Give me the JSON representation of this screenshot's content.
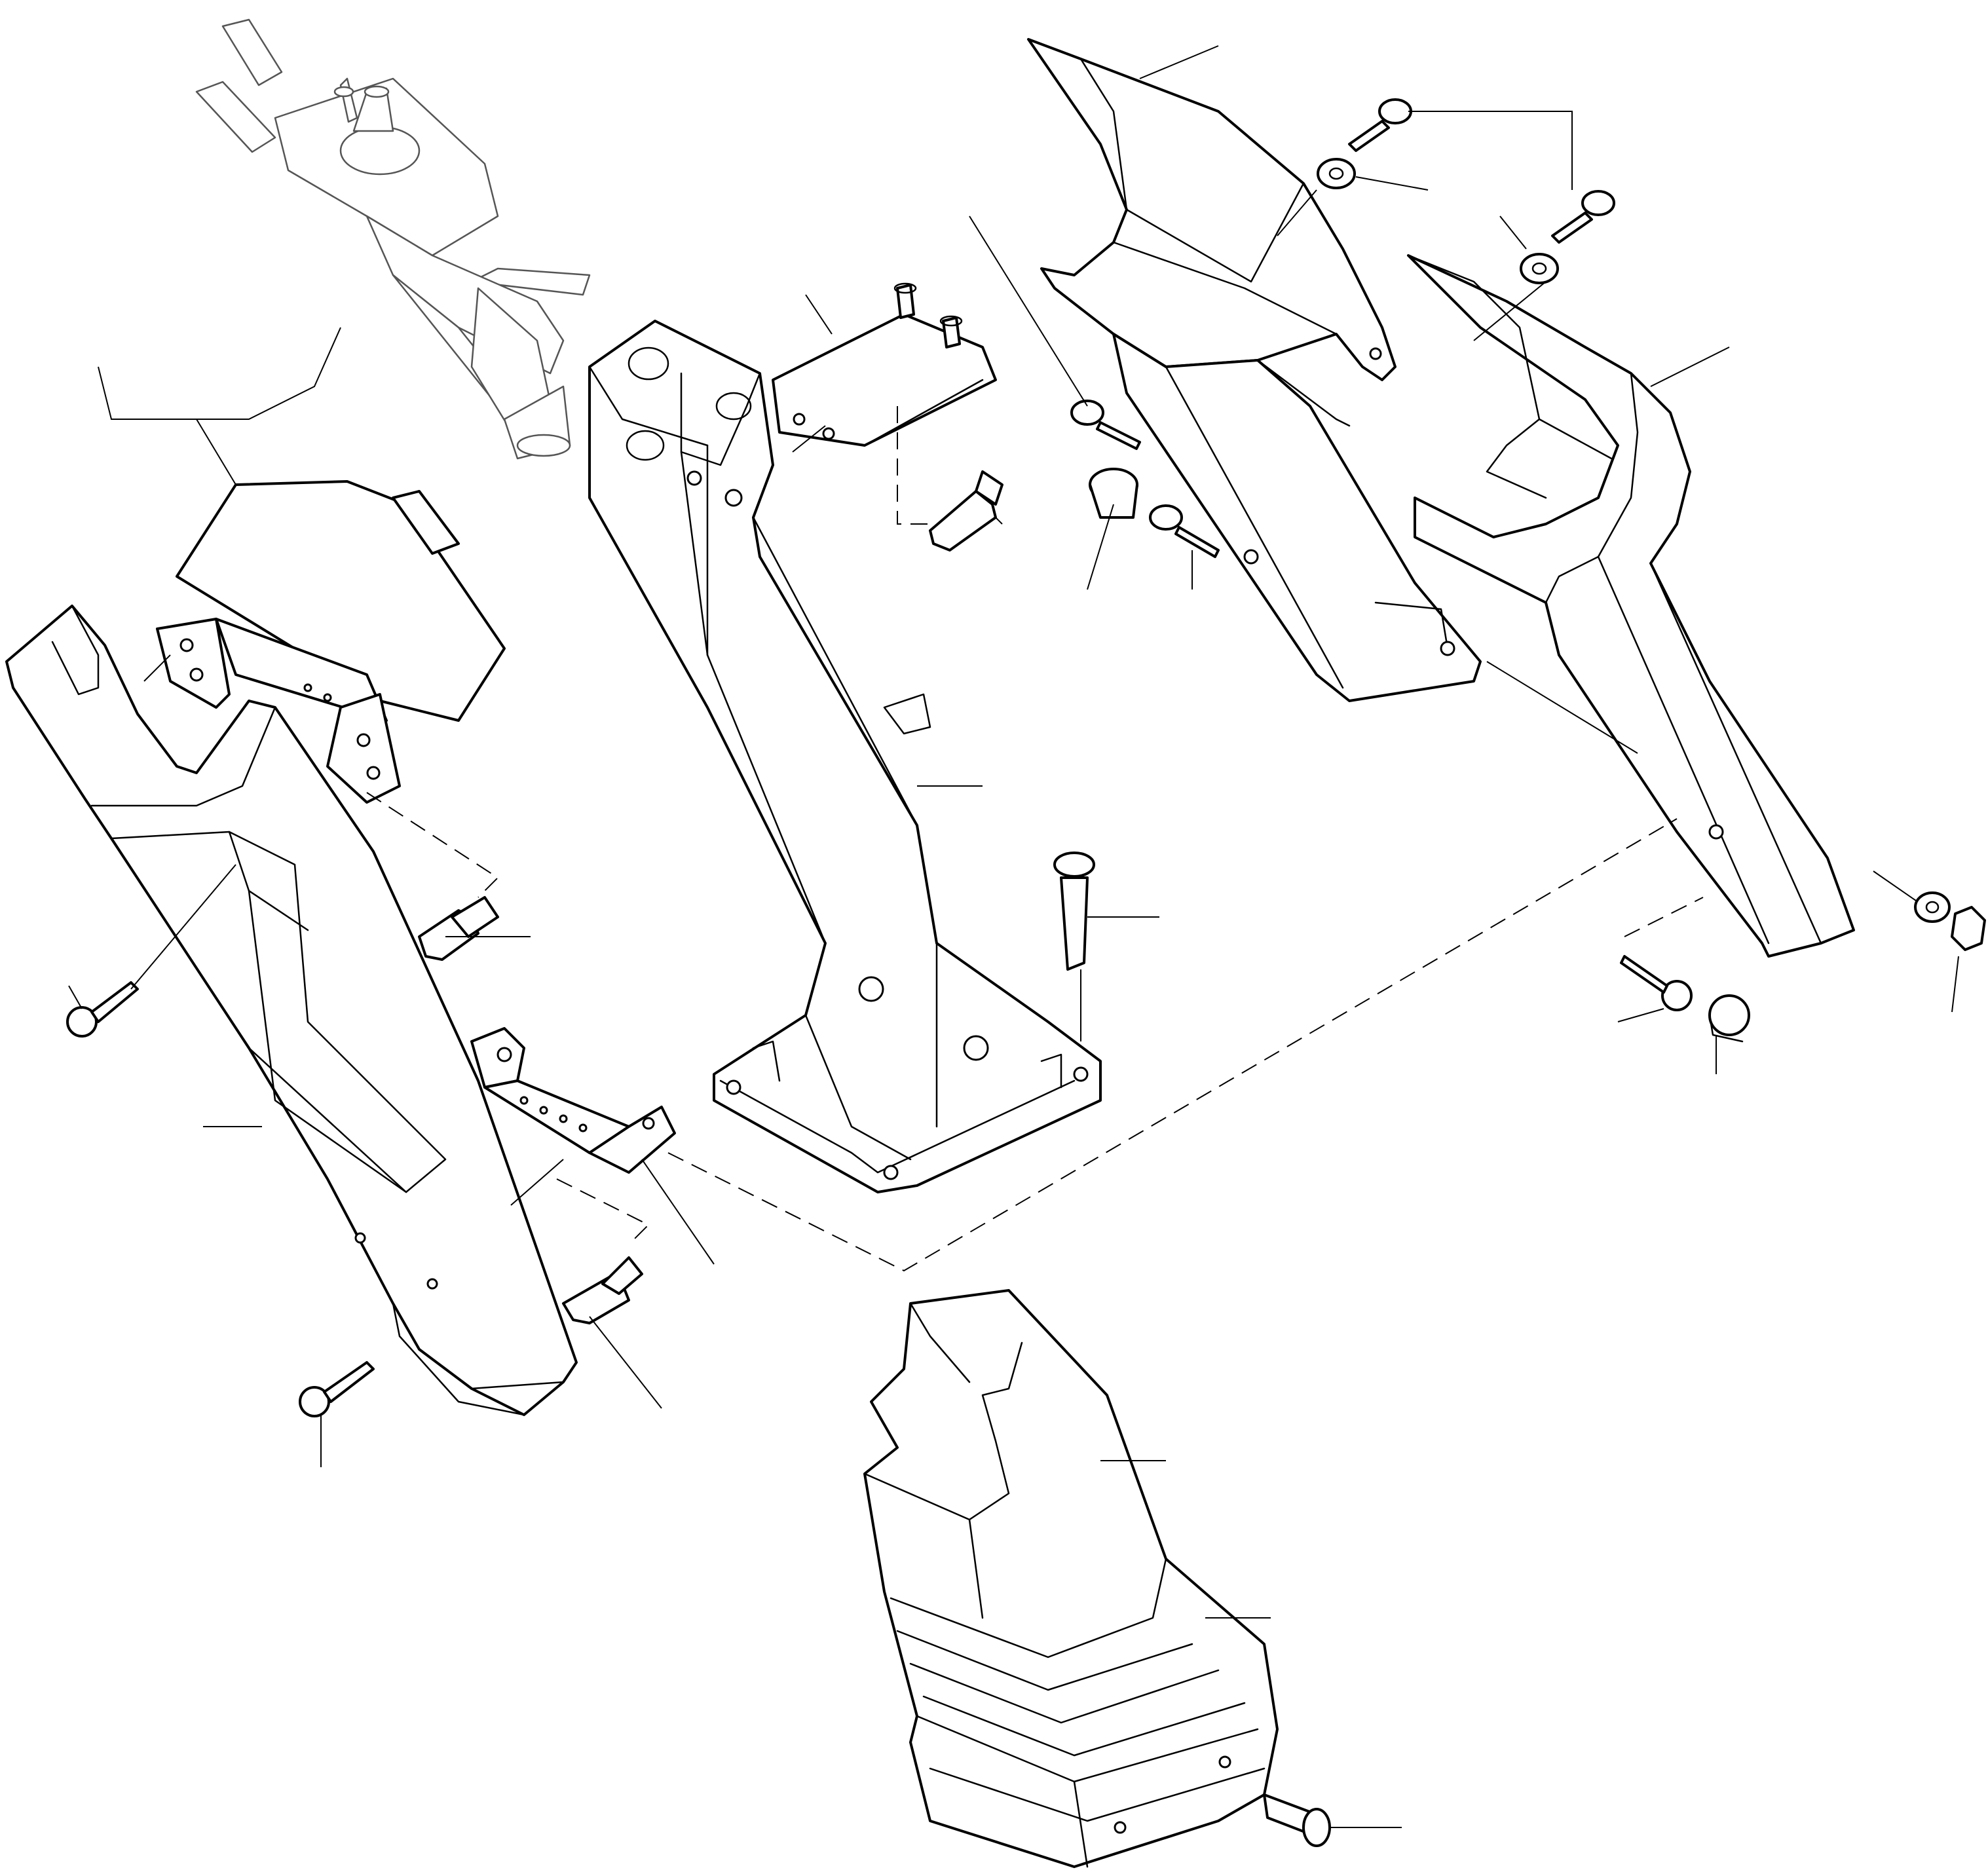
{
  "diagram": {
    "type": "exploded-parts-view",
    "colors": {
      "line": "#000000",
      "background": "#ffffff",
      "faded_component": "#555555"
    },
    "callouts": [],
    "components": [
      {
        "id": "control-valve-joystick",
        "style": "faded"
      },
      {
        "id": "left-cover-housing"
      },
      {
        "id": "upper-left-shield"
      },
      {
        "id": "upper-left-bracket"
      },
      {
        "id": "lower-left-bracket"
      },
      {
        "id": "support-column"
      },
      {
        "id": "top-mounting-bracket"
      },
      {
        "id": "upper-right-cover"
      },
      {
        "id": "right-cover-housing"
      },
      {
        "id": "bellows-boot"
      },
      {
        "id": "flange-bolts"
      },
      {
        "id": "tapping-screws"
      },
      {
        "id": "washers"
      },
      {
        "id": "nut"
      },
      {
        "id": "bushing"
      },
      {
        "id": "plug-cap"
      }
    ]
  }
}
